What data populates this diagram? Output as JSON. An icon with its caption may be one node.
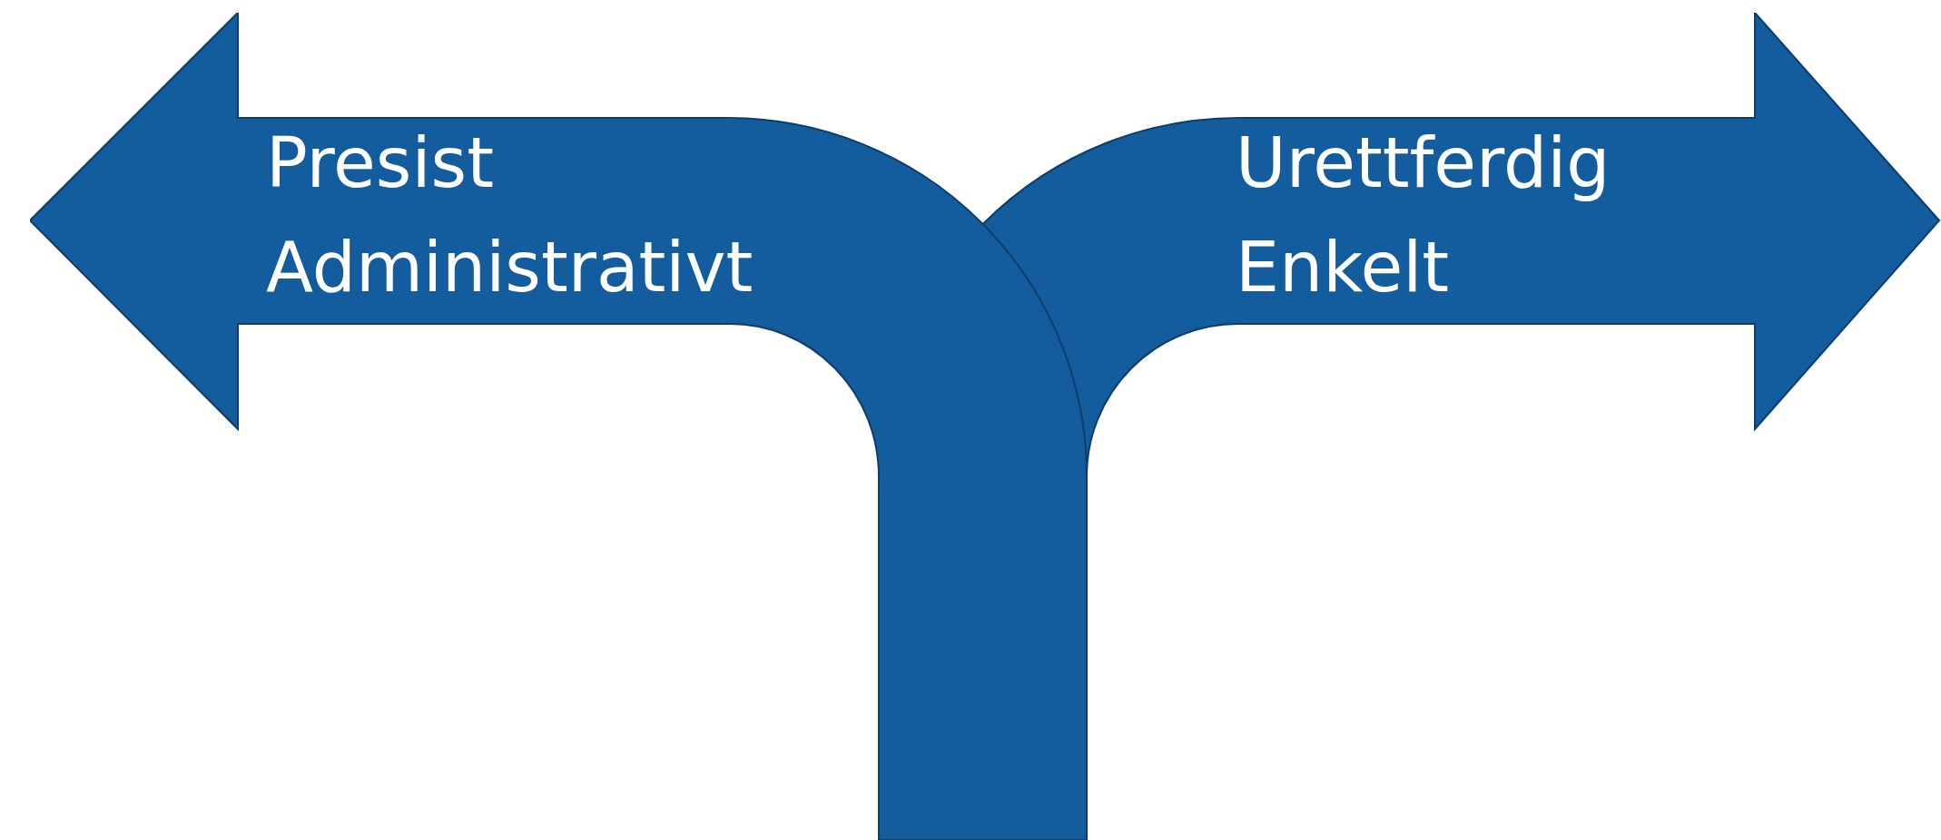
{
  "diagram": {
    "nodes": [
      {
        "text": [
          "Presist",
          "Administrativt"
        ]
      },
      {
        "text": [
          "Urettferdig",
          "Enkelt"
        ]
      }
    ]
  }
}
